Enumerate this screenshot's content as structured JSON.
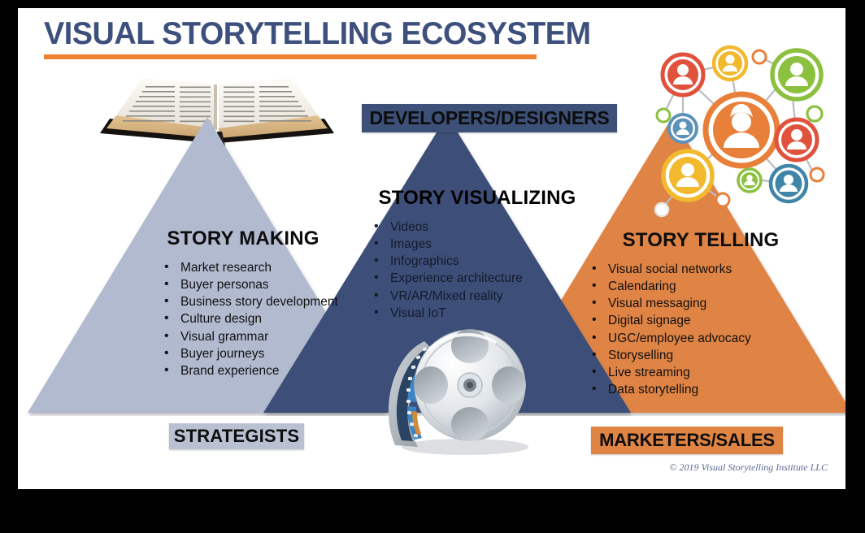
{
  "page": {
    "title": "VISUAL STORYTELLING ECOSYSTEM",
    "copyright": "© 2019 Visual Storytelling Institute LLC"
  },
  "colors": {
    "title_navy": "#3d4f7c",
    "title_underline_orange": "#ee8130",
    "triangle_left_blue_gray": "#b2bad0",
    "triangle_center_navy": "#3d5078",
    "triangle_right_orange": "#e08444",
    "banner_strategists": "#b9c0d2",
    "banner_developers": "#3d5078",
    "banner_marketers": "#e08444",
    "canvas": "#ffffff",
    "frame": "#000000"
  },
  "pillars": [
    {
      "id": "story-making",
      "heading": "STORY MAKING",
      "banner": "STRATEGISTS",
      "items": [
        "Market research",
        "Buyer personas",
        "Business story development",
        "Culture design",
        "Visual grammar",
        "Buyer journeys",
        "Brand experience"
      ]
    },
    {
      "id": "story-visualizing",
      "heading": "STORY VISUALIZING",
      "banner": "DEVELOPERS/DESIGNERS",
      "items": [
        "Videos",
        "Images",
        "Infographics",
        "Experience architecture",
        "VR/AR/Mixed reality",
        "Visual IoT"
      ]
    },
    {
      "id": "story-telling",
      "heading": "STORY TELLING",
      "banner": "MARKETERS/SALES",
      "items": [
        "Visual social networks",
        "Calendaring",
        "Visual messaging",
        "Digital signage",
        "UGC/employee advocacy",
        "Storyselling",
        "Live streaming",
        "Data storytelling"
      ]
    }
  ],
  "imagery": [
    {
      "name": "open-book-photo",
      "description": "Open hardcover book with printed pages"
    },
    {
      "name": "social-network-graphic",
      "description": "Connected circular avatar nodes in orange, red, green, yellow and blue"
    },
    {
      "name": "film-reel-graphic",
      "description": "Silver film reel with unspooling film strip"
    }
  ]
}
